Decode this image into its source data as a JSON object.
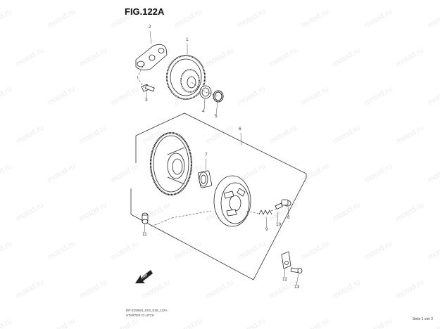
{
  "figure": {
    "title": "FIG.122A",
    "code": "DR-Z250M1_E03_E28_122A",
    "name": "STARTER CLUTCH"
  },
  "watermark": "motod.ru",
  "page_indicator": "Seite 1 von 2",
  "callouts": [
    "1",
    "2",
    "3",
    "4",
    "5",
    "6",
    "7",
    "8",
    "9",
    "10",
    "11",
    "12",
    "13"
  ],
  "front_label": "FWD"
}
